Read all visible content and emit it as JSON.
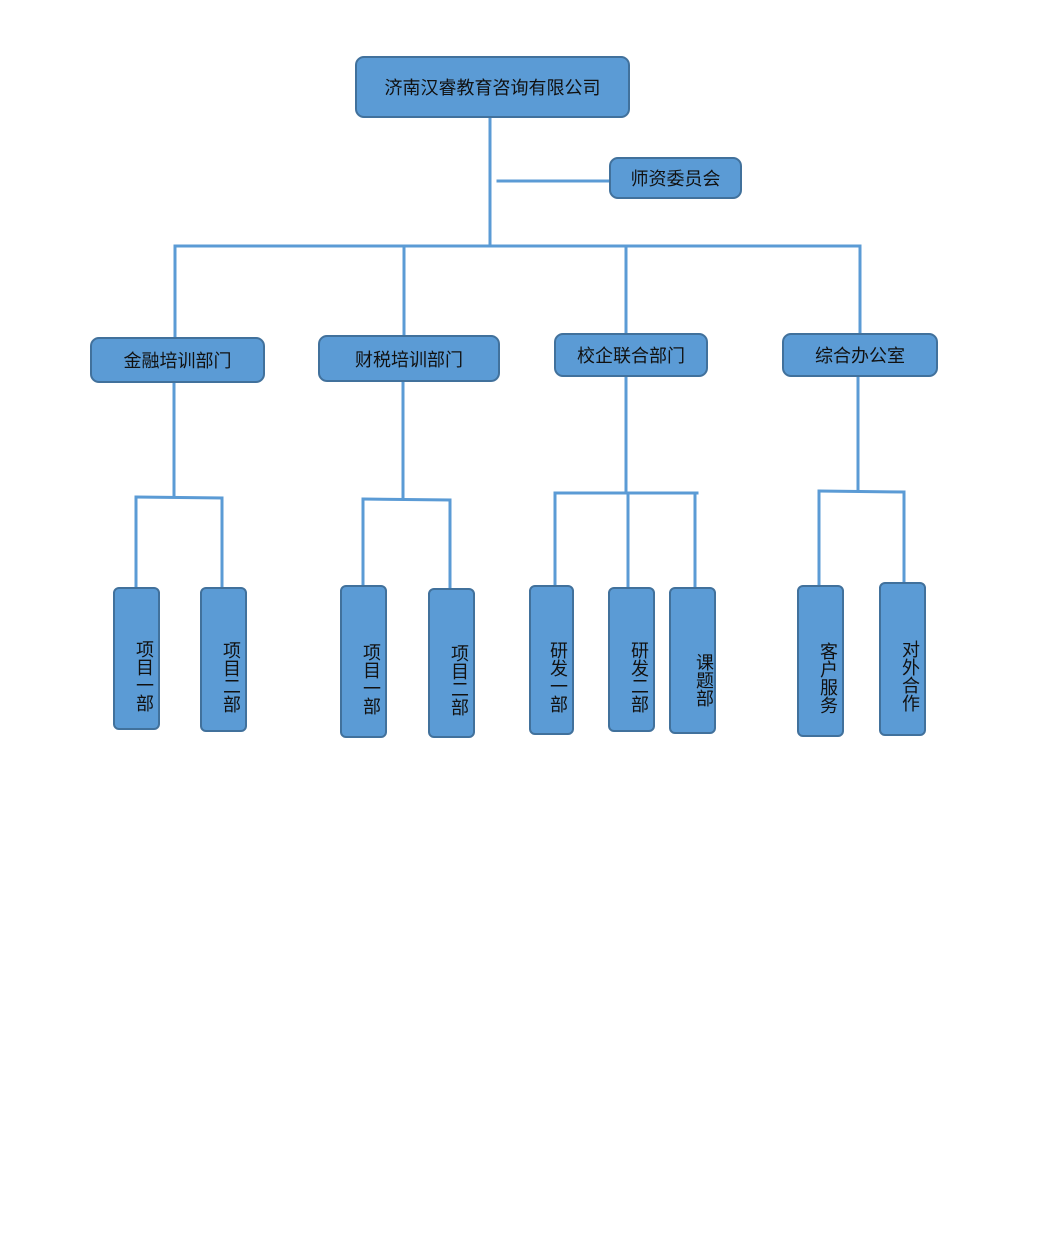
{
  "org_chart": {
    "root": {
      "label": "济南汉睿教育咨询有限公司"
    },
    "side_node": {
      "label": "师资委员会"
    },
    "departments": [
      {
        "label": "金融培训部门",
        "units": [
          {
            "label": "项目一部"
          },
          {
            "label": "项目二部"
          }
        ]
      },
      {
        "label": "财税培训部门",
        "units": [
          {
            "label": "项目一部"
          },
          {
            "label": "项目二部"
          }
        ]
      },
      {
        "label": "校企联合部门",
        "units": [
          {
            "label": "研发一部"
          },
          {
            "label": "研发二部"
          },
          {
            "label": "课题部"
          }
        ]
      },
      {
        "label": "综合办公室",
        "units": [
          {
            "label": "客户服务"
          },
          {
            "label": "对外合作"
          }
        ]
      }
    ]
  },
  "colors": {
    "node_fill": "#5b9bd5",
    "node_border": "#41719c",
    "connector": "#5b9bd5",
    "text": "#111111"
  }
}
